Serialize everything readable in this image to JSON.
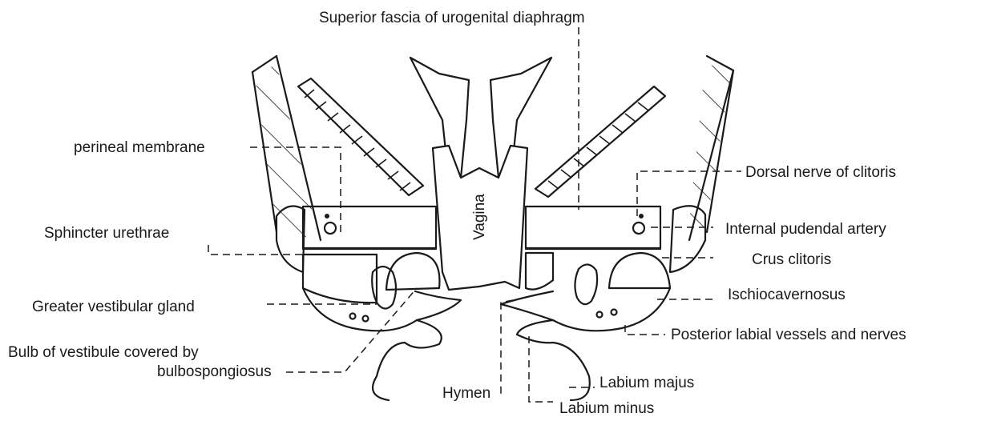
{
  "labels": {
    "superior_fascia": "Superior fascia of urogenital diaphragm",
    "perineal_membrane": "perineal membrane",
    "sphincter_urethrae": "Sphincter urethrae",
    "greater_vestibular_gland": "Greater vestibular gland",
    "bulb_line1": "Bulb of vestibule covered by",
    "bulb_line2": "bulbospongiosus",
    "hymen": "Hymen",
    "labium_minus": "Labium minus",
    "labium_majus": "Labium majus",
    "posterior_labial": "Posterior labial vessels and nerves",
    "ischiocavernosus": "Ischiocavernosus",
    "crus_clitoris": "Crus clitoris",
    "internal_pudendal": "Internal pudendal artery",
    "dorsal_nerve": "Dorsal nerve of clitoris",
    "vagina": "Vagina"
  },
  "colors": {
    "ink": "#1a1a1a",
    "paper": "#ffffff"
  }
}
